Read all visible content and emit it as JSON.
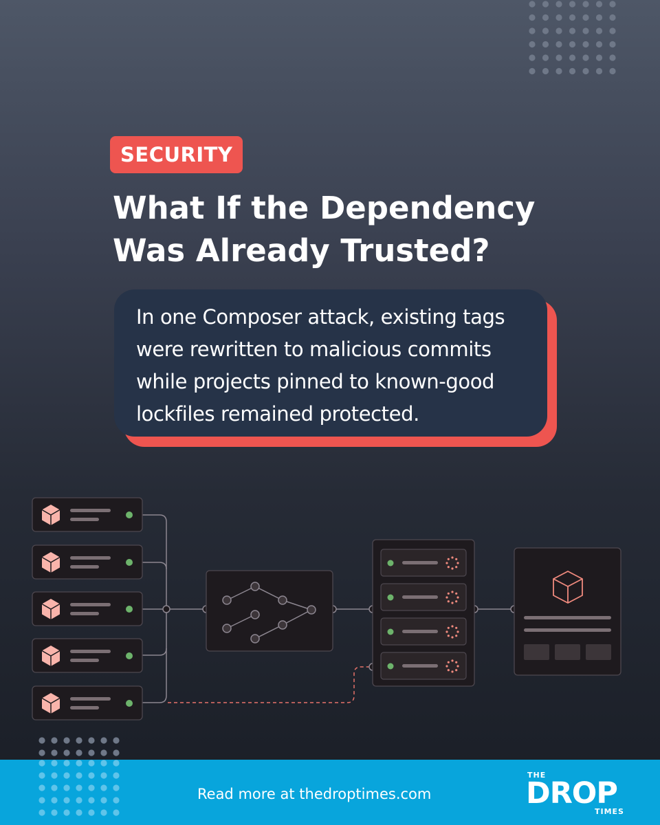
{
  "category_tag": "SECURITY",
  "headline": {
    "line1": "What If the Dependency",
    "line2": "Was Already Trusted?"
  },
  "quote": {
    "line1": "In one Composer attack, existing tags",
    "line2": "were rewritten to malicious commits",
    "line3": "while projects pinned to known-good",
    "line4": "lockfiles remained protected."
  },
  "footer": {
    "link_text": "Read more at thedroptimes.com"
  },
  "logo": {
    "top": "THE",
    "main": "DROP",
    "bottom": "TIMES"
  },
  "colors": {
    "accent_red": "#ee5550",
    "quote_bg": "#263348",
    "footer_blue": "#08a5dc",
    "package_pink": "#f9b4ab",
    "status_green": "#6db36b"
  },
  "diagram": {
    "packages": [
      "package-1",
      "package-2",
      "package-3",
      "package-4",
      "package-5"
    ],
    "queue_items": [
      "queue-item-1",
      "queue-item-2",
      "queue-item-3",
      "queue-item-4"
    ],
    "icons": [
      "cube-icon",
      "graph-icon",
      "spinner-icon"
    ]
  }
}
